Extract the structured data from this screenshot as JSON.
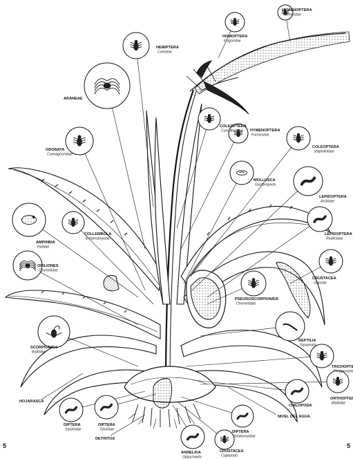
{
  "corner_marks": {
    "left": "5",
    "right": "5"
  },
  "labels": [
    {
      "id": "homoptera",
      "name": "HOMOPTERA",
      "family": "Fulgoridae",
      "icon": "planthopper-icon"
    },
    {
      "id": "hymenoptera-top",
      "name": "HYMENOPTERA",
      "family": "Formicidae",
      "icon": "ant-icon"
    },
    {
      "id": "hemiptera",
      "name": "HEMIPTERA",
      "family": "Coreidae",
      "icon": "bug-icon"
    },
    {
      "id": "araneae",
      "name": "ARANEAE",
      "family": "",
      "icon": "spider-icon"
    },
    {
      "id": "coleoptera-curc",
      "name": "COLEOPTERA",
      "family": "Curculionidae",
      "icon": "weevil-icon"
    },
    {
      "id": "hymenoptera-mid",
      "name": "HYMENOPTERA",
      "family": "Formicidae",
      "icon": "ant-icon"
    },
    {
      "id": "odonata",
      "name": "ODONATA",
      "family": "Coenagrionidae",
      "icon": "damselfly-icon"
    },
    {
      "id": "coleoptera-staph",
      "name": "COLEOPTERA",
      "family": "Staphilinidae",
      "icon": "rove-beetle-icon"
    },
    {
      "id": "mollusca",
      "name": "MOLLUSCA",
      "family": "Gasteropoda",
      "icon": "snail-icon"
    },
    {
      "id": "lepidoptera-arct",
      "name": "LEPIDOPTERA",
      "family": "Arctiidae",
      "icon": "caterpillar-icon"
    },
    {
      "id": "collembola",
      "name": "COLLEMBOLA",
      "family": "Entomobryidae",
      "icon": "springtail-icon"
    },
    {
      "id": "amphibia",
      "name": "AMPHIBIA",
      "family": "Hylidae",
      "icon": "frog-icon"
    },
    {
      "id": "lepidoptera-riod",
      "name": "LEPIDOPTERA",
      "family": "Riodinidae",
      "icon": "larva-icon"
    },
    {
      "id": "opiliones",
      "name": "OPILIONES",
      "family": "Cosmetidae",
      "icon": "harvestman-icon"
    },
    {
      "id": "crustacea-iso",
      "name": "CRUSTACEA",
      "family": "Isopoda",
      "icon": "isopod-icon"
    },
    {
      "id": "pseudoscorpionida",
      "name": "PSEUDOSCORPIONIDA",
      "family": "Chernetidae",
      "icon": "pseudoscorpion-icon"
    },
    {
      "id": "reptilia",
      "name": "REPTILIA",
      "family": "Squamata",
      "icon": "lizard-icon"
    },
    {
      "id": "scorpionida",
      "name": "SCORPIONIDA",
      "family": "Buthidae",
      "icon": "scorpion-icon"
    },
    {
      "id": "trichoptera",
      "name": "TRICHOPTERA",
      "family": "Phryganeidae",
      "icon": "caddisfly-icon"
    },
    {
      "id": "chilopoda",
      "name": "CHILOPODA",
      "family": "",
      "icon": "centipede-icon"
    },
    {
      "id": "orthoptera",
      "name": "ORTHOPTERA",
      "family": "Blattidae",
      "icon": "cockroach-icon"
    },
    {
      "id": "diptera-syr",
      "name": "DIPTERA",
      "family": "Syrphidae",
      "icon": "hoverfly-larva-icon"
    },
    {
      "id": "diptera-tip",
      "name": "DIPTERA",
      "family": "Tipulidae",
      "icon": "cranefly-larva-icon"
    },
    {
      "id": "diptera-strat",
      "name": "DIPTERA",
      "family": "Stratiomyidae",
      "icon": "soldierfly-larva-icon"
    },
    {
      "id": "crustacea-cope",
      "name": "CRUSTACEA",
      "family": "Copepoda",
      "icon": "copepod-icon"
    },
    {
      "id": "annelida",
      "name": "ANNELIDA",
      "family": "Oligochaeta",
      "icon": "worm-icon"
    }
  ],
  "plain_labels": {
    "hojarasca": "HOJARASCA",
    "detritos": "DETRITOS",
    "nivel_agua": "NIVEL DEL AGUA"
  }
}
